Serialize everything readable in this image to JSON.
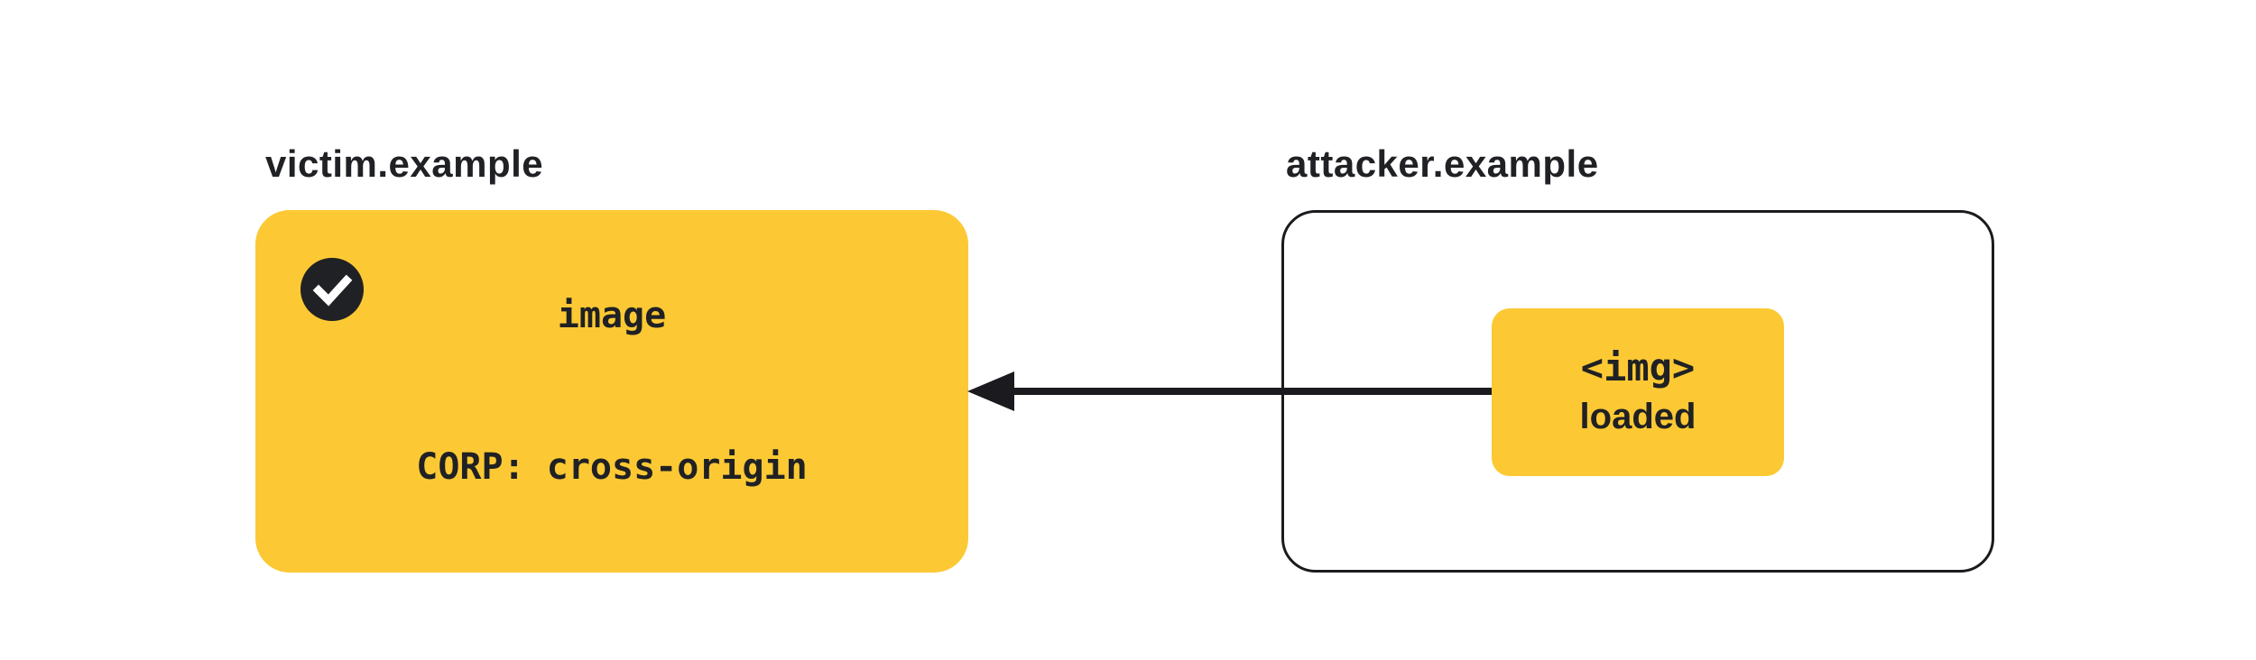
{
  "victim": {
    "label": "victim.example",
    "status_icon": "check-icon",
    "resource_line": "image",
    "corp_line": "CORP: cross-origin"
  },
  "attacker": {
    "label": "attacker.example",
    "node_line_tag": "<img>",
    "node_line_status": "loaded"
  },
  "arrow": {
    "from": "attacker.example img node",
    "to": "victim.example box",
    "direction": "right-to-left"
  },
  "colors": {
    "yellow": "#FCC934",
    "ink": "#202124",
    "line": "#1B1B1F",
    "background": "#FFFFFF"
  }
}
